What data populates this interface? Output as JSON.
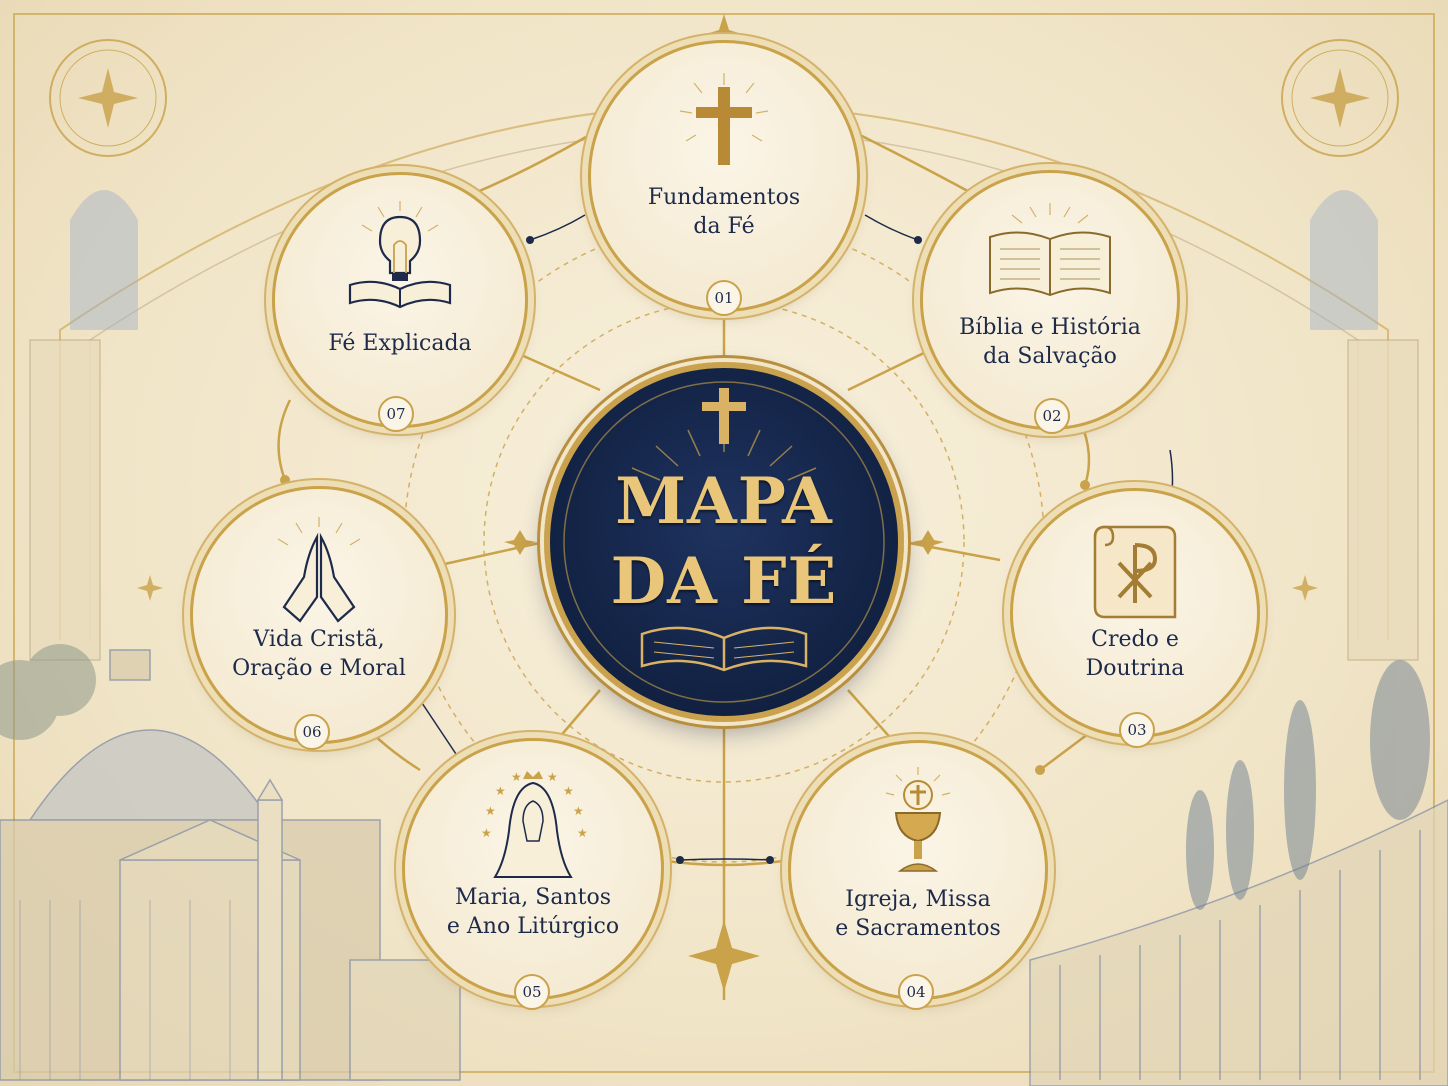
{
  "center": {
    "line1": "MAPA",
    "line2": "DA FÉ"
  },
  "nodes": [
    {
      "number": "01",
      "label": "Fundamentos\nda Fé",
      "icon": "cross-icon"
    },
    {
      "number": "02",
      "label": "Bíblia e História\nda Salvação",
      "icon": "open-book-icon"
    },
    {
      "number": "03",
      "label": "Credo e\nDoutrina",
      "icon": "chi-rho-scroll-icon"
    },
    {
      "number": "04",
      "label": "Igreja, Missa\ne Sacramentos",
      "icon": "chalice-icon"
    },
    {
      "number": "05",
      "label": "Maria, Santos\ne Ano Litúrgico",
      "icon": "mary-icon"
    },
    {
      "number": "06",
      "label": "Vida Cristã,\nOração e Moral",
      "icon": "praying-hands-icon"
    },
    {
      "number": "07",
      "label": "Fé Explicada",
      "icon": "lightbulb-book-icon"
    }
  ],
  "colors": {
    "navy": "#142548",
    "gold": "#c9a24a",
    "parchment": "#f3e7cc",
    "text": "#1d2a4a"
  }
}
